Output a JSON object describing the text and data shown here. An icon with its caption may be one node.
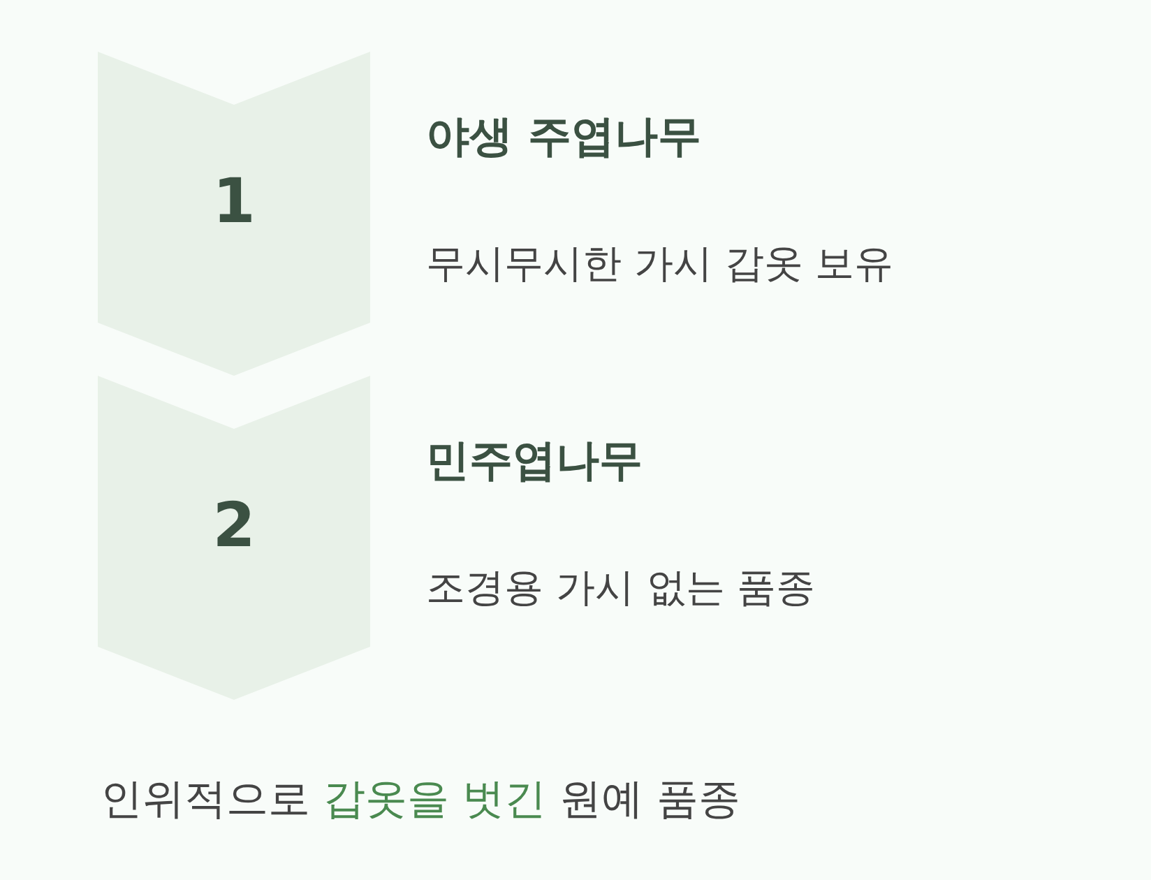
{
  "diagram": {
    "caption": "인위적으로 **갑옷을 벗긴** 원예 품종",
    "nodes": [
      {
        "text": [
          "1"
        ],
        "beside": [
          "야생 주엽나무",
          "무시무시한 가시 갑옷 보유"
        ]
      },
      {
        "text": [
          "2"
        ],
        "beside": [
          "민주엽나무",
          "조경용 가시 없는 품종"
        ]
      }
    ]
  }
}
